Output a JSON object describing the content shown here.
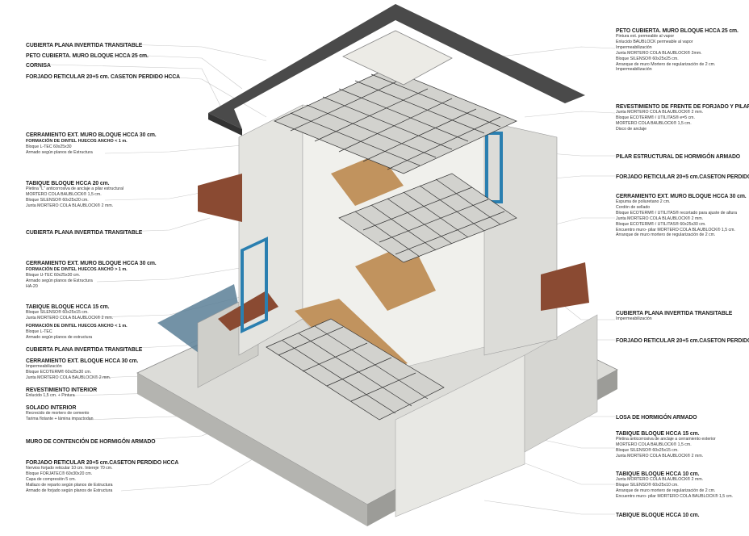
{
  "left_labels": [
    {
      "title": "CUBIERTA PLANA INVERTIDA TRANSITABLE",
      "lines": []
    },
    {
      "title": "PETO CUBIERTA. MURO BLOQUE HCCA 25 cm.",
      "lines": []
    },
    {
      "title": "CORNISA",
      "lines": []
    },
    {
      "title": "FORJADO RETICULAR 20+5 cm. CASETON PERDIDO HCCA",
      "lines": []
    },
    {
      "title": "CERRAMIENTO EXT. MURO BLOQUE HCCA 30 cm.",
      "sub": "FORMACIÓN DE DINTEL HUECOS ANCHO < 1 m.",
      "lines": [
        "Bloque L-TEC 60x25x30",
        "Armado según planos de Estructura"
      ]
    },
    {
      "title": "TABIQUE BLOQUE HCCA 20 cm.",
      "lines": [
        "Pletina \"L\" anticorrosiva de anclaje a pilar estructural",
        "MORTERO COLA BAUBLOCK® 1,5 cm.",
        "Bloque SILENSO® 60x25x20 cm.",
        "Junta MORTERO COLA BLAUBLOCK® 2 mm."
      ]
    },
    {
      "title": "CUBIERTA PLANA INVERTIDA TRANSITABLE",
      "lines": []
    },
    {
      "title": "CERRAMIENTO EXT. MURO BLOQUE HCCA 30 cm.",
      "sub": "FORMACIÓN DE DINTEL HUECOS ANCHO > 1 m.",
      "lines": [
        "Bloque U-TEC 60x25x30 cm.",
        "Armado según planos de Estructura",
        "HA-20"
      ]
    },
    {
      "title": "TABIQUE BLOQUE HCCA 15 cm.",
      "lines": [
        "Bloque SILENSO® 60x25x15 cm.",
        "Junta MORTERO COLA BLAUBLOCK® 2 mm."
      ]
    },
    {
      "title": "",
      "sub": "FORMACIÓN DE DINTEL HUECOS ANCHO < 1 m.",
      "lines": [
        "Bloque L-TEC",
        "Armado según planos de estructura"
      ]
    },
    {
      "title": "CUBIERTA PLANA INVERTIDA TRANSITABLE",
      "lines": []
    },
    {
      "title": "CERRAMIENTO EXT. BLOQUE HCCA 30 cm.",
      "lines": [
        "Impermeabilización",
        "Bloque ECOTERM® 60x25x30 cm.",
        "Junta MORTERO COLA BAUBLOCK® 2 mm."
      ]
    },
    {
      "title": "REVESTIMIENTO INTERIOR",
      "lines": [
        "Enlucido 1,5 cm. + Pintura"
      ]
    },
    {
      "title": "SOLADO INTERIOR",
      "lines": [
        "Recrecido de mortero de cemento",
        "Tarima flotante + lámina impactodan"
      ]
    },
    {
      "title": "MURO DE CONTENCIÓN DE HORMIGÓN ARMADO",
      "lines": []
    },
    {
      "title": "FORJADO RETICULAR 20+5 cm.CASETON PERDIDO HCCA",
      "lines": [
        "Nervios forjado reticular 10 cm. Intereje 70 cm.",
        "Bloque FORJATEC® 60x30x20 cm.",
        "Capa de compresión 5 cm.",
        "Mallazo de reparto según planos de Estructura",
        "Armado de forjado según planos de Estructura"
      ]
    }
  ],
  "right_labels": [
    {
      "title": "PETO CUBIERTA. MURO BLOQUE HCCA 25 cm.",
      "lines": [
        "Pintura ext. permeable al vapor",
        "Enlucido BAUBLOCK permeable al vapor",
        "Impermeabilización",
        "Junta MORTERO COLA BLAUBLOCK® 2mm.",
        "Bloque SILENSO® 60x25x25 cm.",
        "Arranque de muro Mortero de regularización de 2 cm.",
        "Impermeabilización"
      ]
    },
    {
      "title": "REVESTIMIENTO DE FRENTE DE FORJADO Y PILARES",
      "lines": [
        "Junta MORTERO COLA BLAUBLOCK® 2 mm.",
        "Bloque ECOTERM® / UTILITAS® e=5 cm.",
        "MORTERO COLA BAUBLOCK® 1,5 cm.",
        "Disco de anclaje"
      ]
    },
    {
      "title": "PILAR ESTRUCTURAL DE HORMIGÓN ARMADO",
      "lines": []
    },
    {
      "title": "FORJADO RETICULAR 20+5 cm.CASETON PERDIDO HCCA",
      "lines": []
    },
    {
      "title": "CERRAMIENTO EXT. MURO BLOQUE HCCA 30 cm.",
      "lines": [
        "Espuma de poliuretano 2 cm.",
        "Cordón de sellado",
        "Bloque ECOTERM® / UTILITAS® recortado para ajuste de altura",
        "Junta MORTERO COLA BLAUBLOCK® 2 mm.",
        "Bloque ECOTERM® / UTILITAS® 60x25x30 cm.",
        "Encuentro muro- pilar MORTERO COLA BLAUBLOCK® 1,5 cm.",
        "Arranque de muro mortero de regularización de 2 cm."
      ]
    },
    {
      "title": "CUBIERTA PLANA INVERTIDA TRANSITABLE",
      "lines": [
        "Impermeabilización"
      ]
    },
    {
      "title": "FORJADO RETICULAR 20+5 cm.CASETON PERDIDO HCCA",
      "lines": []
    },
    {
      "title": "LOSA DE HORMIGÓN ARMADO",
      "lines": []
    },
    {
      "title": "TABIQUE BLOQUE HCCA 15 cm.",
      "lines": [
        "Pletina anticorrosiva de anclaje a cerramiento exterior",
        "MORTERO COLA BAUBLOCK® 1,5 cm.",
        "Bloque SILENSO® 60x25x15 cm.",
        "Junta MORTERO COLA BLAUBLOCK® 2 mm."
      ]
    },
    {
      "title": "TABIQUE BLOQUE HCCA 10 cm.",
      "lines": [
        "Junta MORTERO COLA BLAUBLOCK® 2 mm.",
        "Bloque SILENSO® 60x25x10 cm.",
        "Arranque de muro mortero de regularización de 2 cm.",
        "Encuentro muro- pilar MORTERO COLA BAUBLOCK® 1,5 cm."
      ]
    },
    {
      "title": "TABIQUE BLOQUE HCCA 10 cm.",
      "lines": []
    }
  ],
  "colors": {
    "roof": "#4a4a4a",
    "wall": "#e6e6e2",
    "wood": "#c1935e",
    "terrace": "#8a4a32",
    "window": "#2a7fb0",
    "water": "#5a7f96"
  }
}
